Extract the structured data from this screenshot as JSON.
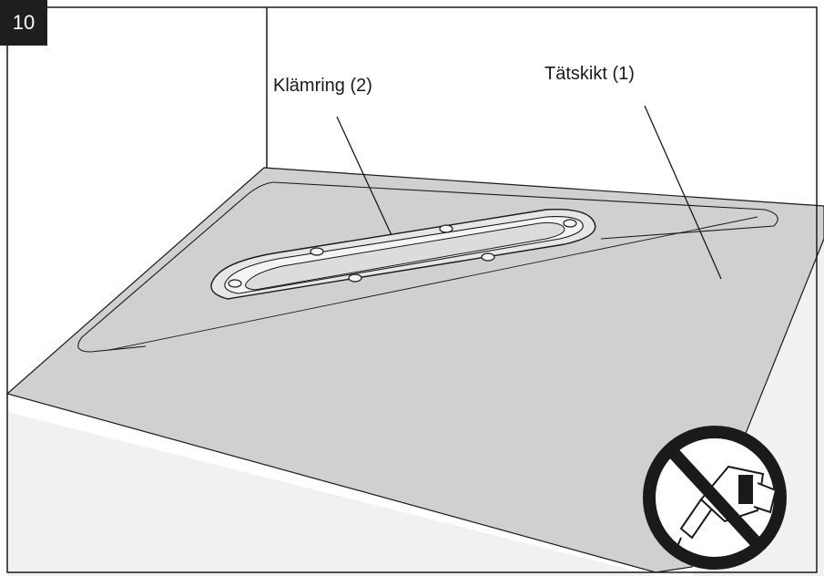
{
  "step": {
    "number": "10"
  },
  "labels": {
    "clamp_ring": "Klämring (2)",
    "sealing_layer": "Tätskikt (1)"
  },
  "icons": {
    "prohibition": "no-sealant-gun-icon"
  },
  "colors": {
    "membrane": "#d0d0d0",
    "wall": "#f1f1f1",
    "line": "#1a1a1a",
    "badge": "#1e1e1e"
  }
}
